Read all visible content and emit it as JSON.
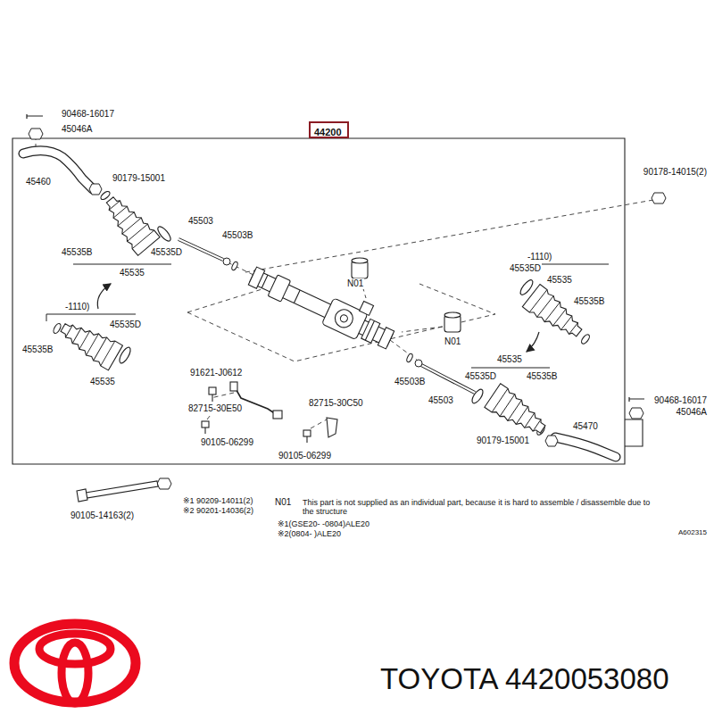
{
  "diagram": {
    "caption": "TOYOTA 4420053080",
    "nodes": [
      {
        "text": [
          "44200"
        ]
      }
    ],
    "labels": [
      "90468-16017",
      "45046A",
      "45460",
      "90179-15001",
      "45535B",
      "45535D",
      "45535",
      "45503",
      "45503B",
      "90178-14015(2)",
      "N01",
      "N01",
      "-1110)",
      "45535D",
      "45535B",
      "45535",
      "-1110)",
      "45535D",
      "45535",
      "45535B",
      "91621-J0612",
      "82715-30E50",
      "82715-30C50",
      "90105-06299",
      "90105-06299",
      "45503B",
      "45503",
      "45535D",
      "45535",
      "45535B",
      "90179-15001",
      "45470",
      "90468-16017",
      "45046A",
      "90105-14163(2)",
      "※1 90209-14011(2)",
      "※2 90201-14036(2)",
      "N01",
      "This part is not supplied as an individual part, because it is hard to assemble / disassemble due to the structure",
      "※1(GSE20- -0804)ALE20",
      "※2(0804- )ALE20",
      "A602315"
    ]
  }
}
